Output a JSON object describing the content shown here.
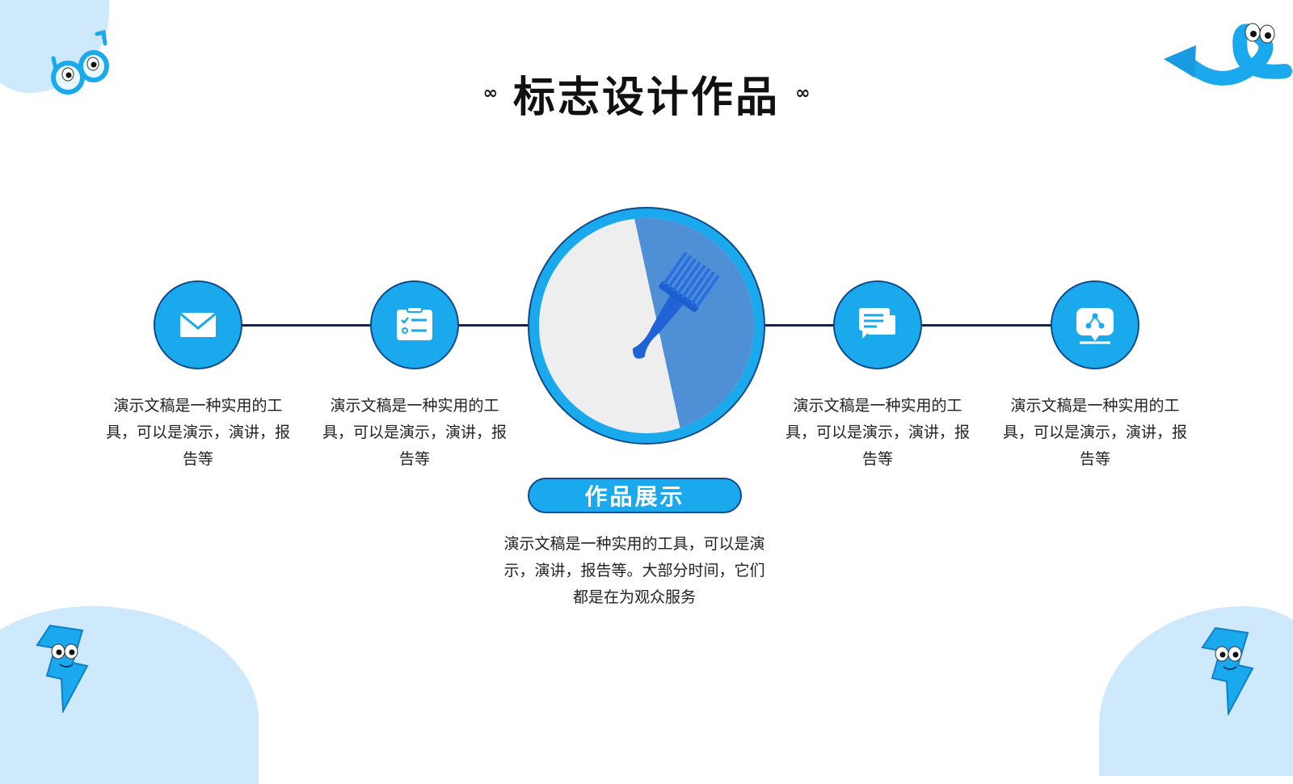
{
  "title": "标志设计作品",
  "title_ornament": "∞",
  "colors": {
    "accent": "#1aa9ec",
    "line": "#142459",
    "blob": "#cde9fb"
  },
  "features": [
    {
      "icon": "envelope-icon",
      "text": "演示文稿是一种实用的工具，可以是演示，演讲，报告等"
    },
    {
      "icon": "checklist-icon",
      "text": "演示文稿是一种实用的工具，可以是演示，演讲，报告等"
    },
    {
      "icon": "chat-bubbles-icon",
      "text": "演示文稿是一种实用的工具，可以是演示，演讲，报告等"
    },
    {
      "icon": "presentation-share-icon",
      "text": "演示文稿是一种实用的工具，可以是演示，演讲，报告等"
    }
  ],
  "center": {
    "image": "blue-comb-photo",
    "badge": "作品展示",
    "description": "演示文稿是一种实用的工具，可以是演示，演讲，报告等。大部分时间，它们都是在为观众服务"
  },
  "decorations": [
    "glasses-mascot-icon",
    "arrow-mascot-icon",
    "lightning-mascot-icon",
    "lightning-mascot-icon"
  ]
}
